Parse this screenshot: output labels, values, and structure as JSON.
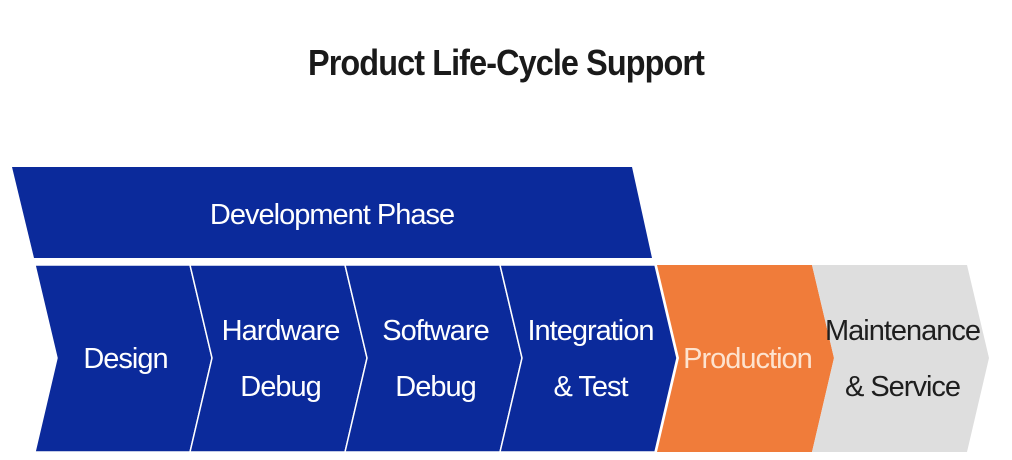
{
  "title": "Product Life-Cycle Support",
  "phase": {
    "label": "Development Phase",
    "color": "#0b2a9b"
  },
  "steps": [
    {
      "lines": [
        "Design"
      ],
      "fill": "#0b2a9b",
      "text_color": "#ffffff"
    },
    {
      "lines": [
        "Hardware",
        "Debug"
      ],
      "fill": "#0b2a9b",
      "text_color": "#ffffff"
    },
    {
      "lines": [
        "Software",
        "Debug"
      ],
      "fill": "#0b2a9b",
      "text_color": "#ffffff"
    },
    {
      "lines": [
        "Integration",
        "& Test"
      ],
      "fill": "#0b2a9b",
      "text_color": "#ffffff"
    },
    {
      "lines": [
        "Production"
      ],
      "fill": "#f07c3a",
      "text_color": "#fde3cf"
    },
    {
      "lines": [
        "Maintenance",
        "& Service"
      ],
      "fill": "#dedede",
      "text_color": "#1e1e1e"
    }
  ]
}
